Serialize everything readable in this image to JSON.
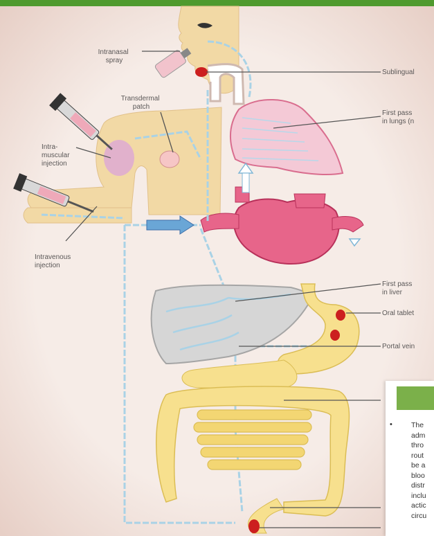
{
  "labels": {
    "intranasal": [
      "Intranasal",
      "spray"
    ],
    "sublingual": "Sublingual",
    "transdermal": [
      "Transdermal",
      "patch"
    ],
    "first_pass_lungs": [
      "First pass",
      "in lungs (n"
    ],
    "intramuscular": [
      "Intra-",
      "muscular",
      "injection"
    ],
    "intravenous": [
      "Intravenous",
      "injection"
    ],
    "first_pass_liver": [
      "First pass",
      "in liver"
    ],
    "oral_tablet": "Oral tablet",
    "portal_vein": "Portal vein"
  },
  "panel": {
    "bullet": "•",
    "lines": [
      "The",
      "adm",
      "thro",
      "rout",
      "be a",
      "bloo",
      "distr",
      "inclu",
      "actic",
      "circu"
    ]
  },
  "colors": {
    "top_bar": "#4f9a2e",
    "panel_header": "#7bb04a",
    "vessel": "#a9d2e6",
    "heart": "#e7658a",
    "lungs": "#f4c9d6",
    "liver": "#d6d6d6",
    "intestine": "#f7e08e",
    "skin": "#f2d9a5",
    "pill": "#cc1f1f"
  }
}
